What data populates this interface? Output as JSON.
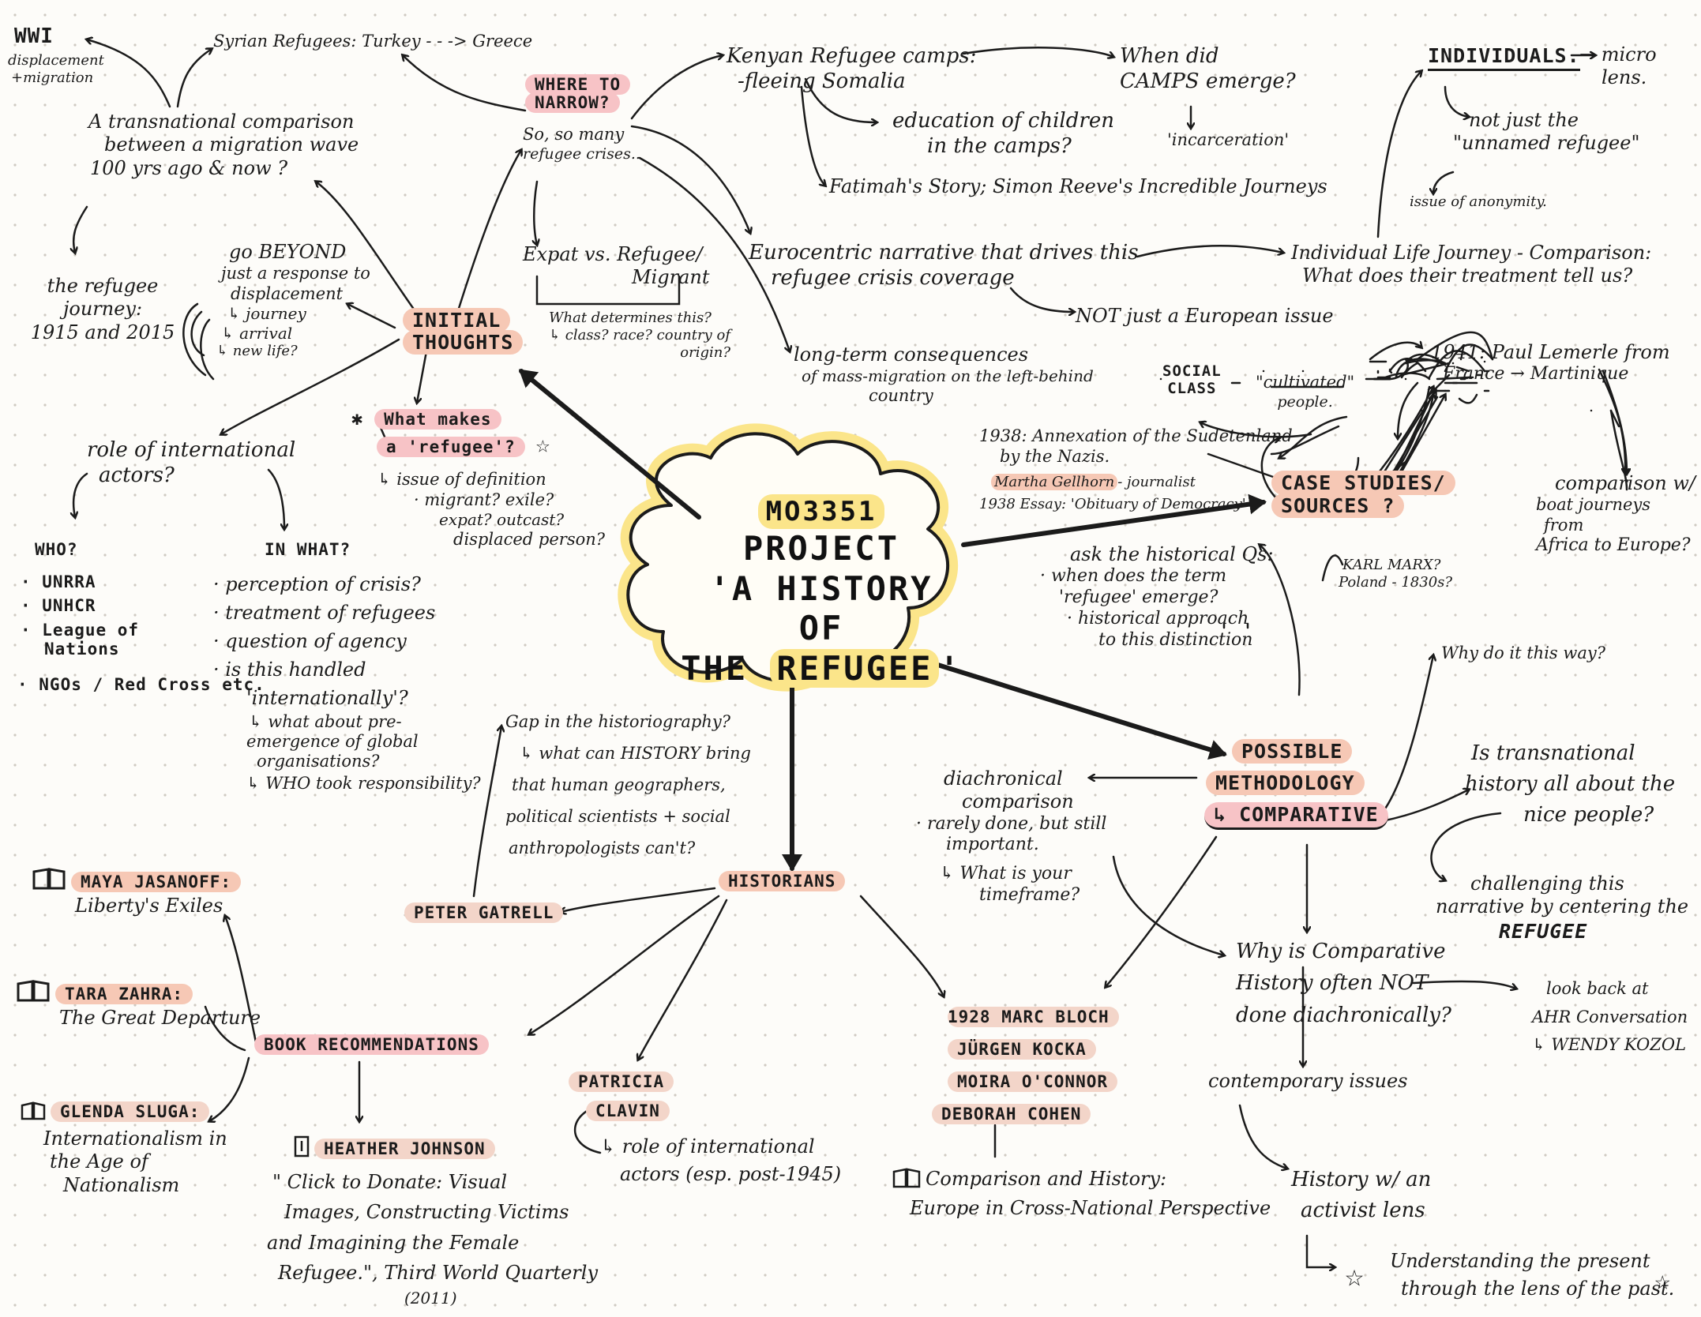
{
  "center": {
    "code": "MO3351",
    "line1": "PROJECT",
    "line2": "'A HISTORY OF",
    "line3_pre": "THE",
    "line3_ref": "REFUGEE",
    "line3_post": "'"
  },
  "wwi": {
    "title": "WWI",
    "sub": "displacement",
    "sub2": "+migration"
  },
  "syrian": "Syrian Refugees: Turkey - - -> Greece",
  "transnational": [
    "A transnational comparison",
    "between a migration wave",
    "100 yrs ago & now ?"
  ],
  "journey": [
    "the refugee",
    "journey:",
    "1915 and 2015"
  ],
  "beyond": [
    "go BEYOND",
    "just a response to",
    "displacement",
    "↳ journey",
    "↳ arrival",
    "↳ new life?"
  ],
  "initial_thoughts": [
    "INITIAL",
    "THOUGHTS"
  ],
  "where_to_narrow": [
    "WHERE TO",
    "NARROW?"
  ],
  "so_many": [
    "So, so many",
    "refugee crises.."
  ],
  "expat": [
    "Expat vs. Refugee/",
    "Migrant"
  ],
  "what_determines": [
    "What determines this?",
    "↳ class? race? country of",
    "origin?"
  ],
  "kenyan": [
    "Kenyan Refugee camps:",
    "-fleeing Somalia"
  ],
  "when_camps": [
    "When did",
    "CAMPS emerge?"
  ],
  "incarceration": "'incarceration'",
  "education": [
    "education of children",
    "in the camps?"
  ],
  "fatimah": "Fatimah's Story; Simon Reeve's Incredible Journeys",
  "eurocentric": [
    "Eurocentric narrative that drives this",
    "refugee crisis coverage"
  ],
  "not_european": "NOT just a European issue",
  "long_term": [
    "long-term consequences",
    "of mass-migration on the left-behind",
    "country"
  ],
  "individuals": {
    "title": "INDIVIDUALS.",
    "micro": "→ micro",
    "lens": "lens.",
    "not_just": "not just the",
    "unnamed": "\"unnamed refugee\"",
    "anonymity": "issue of anonymity."
  },
  "individual_life": [
    "Individual Life Journey - Comparison:",
    "What does their treatment tell us?"
  ],
  "paul": [
    "1941: Paul Lemerle from",
    "France → Martinique"
  ],
  "social_class": [
    "SOCIAL",
    "CLASS"
  ],
  "cultivated": [
    "\"cultivated\"",
    "people."
  ],
  "boat": [
    "comparison w/",
    "boat journeys",
    "from",
    "Africa to Europe?"
  ],
  "sudetenland": [
    "1938: Annexation of the Sudetenland",
    "by the Nazis."
  ],
  "gellhorn": {
    "name": "Martha Gellhorn",
    "rest": "- journalist"
  },
  "essay": "1938 Essay: 'Obituary of Democracy'",
  "case_studies": [
    "CASE STUDIES/",
    "SOURCES ?"
  ],
  "historical_qs": [
    "ask the historical Qs:",
    "· when does the term",
    "'refugee' emerge?",
    "· historical approach",
    "to this distinction"
  ],
  "marx": [
    "KARL MARX?",
    "Poland - 1830s?"
  ],
  "what_makes": [
    "What makes",
    "a 'refugee'?"
  ],
  "definition": [
    "↳ issue of definition",
    "· migrant? exile?",
    "expat? outcast?",
    "displaced person?"
  ],
  "role_intl": [
    "role of international",
    "actors?"
  ],
  "who": {
    "title": "WHO?",
    "items": [
      "· UNRRA",
      "· UNHCR",
      "· League of",
      "Nations",
      "· NGOs / Red Cross etc."
    ]
  },
  "in_what": {
    "title": "IN WHAT?",
    "items": [
      "· perception of crisis?",
      "· treatment of refugees",
      "· question of agency",
      "· is this handled",
      "'internationally'?",
      "↳ what about pre-",
      "emergence of global",
      "organisations?",
      "↳ WHO took responsibility?"
    ]
  },
  "gap": [
    "Gap in the historiography?",
    "↳ what can HISTORY bring",
    "that human geographers,",
    "political scientists + social",
    "anthropologists can't?"
  ],
  "historians": "HISTORIANS",
  "gatrell": "PETER GATRELL",
  "jasanoff": {
    "name": "MAYA JASANOFF:",
    "title": "Liberty's Exiles"
  },
  "zahra": {
    "name": "TARA ZAHRA:",
    "title": "The Great Departure"
  },
  "book_recs": "BOOK RECOMMENDATIONS",
  "sluga": {
    "name": "GLENDA SLUGA:",
    "title": [
      "Internationalism in",
      "the Age of",
      "Nationalism"
    ]
  },
  "johnson": {
    "name": "HEATHER JOHNSON",
    "title": [
      "\" Click to Donate: Visual",
      "Images, Constructing Victims",
      "and Imagining the Female",
      "Refugee.\", Third World Quarterly",
      "(2011)"
    ]
  },
  "clavin": {
    "name": [
      "PATRICIA",
      "CLAVIN"
    ],
    "note": [
      "↳ role of international",
      "actors (esp. post-1945)"
    ]
  },
  "comparatives": [
    "1928 MARC BLOCH",
    "JÜRGEN KOCKA",
    "MOIRA O'CONNOR",
    "DEBORAH COHEN"
  ],
  "comparison_book": [
    "Comparison and History:",
    "Europe in Cross-National Perspective"
  ],
  "methodology": [
    "POSSIBLE",
    "METHODOLOGY",
    "↳ COMPARATIVE"
  ],
  "diachronical": [
    "diachronical",
    "comparison",
    "· rarely done, but still",
    "important.",
    "↳ What is your",
    "timeframe?"
  ],
  "why_this_way": "Why do it this way?",
  "nice_people": [
    "Is transnational",
    "history all about the",
    "nice people?"
  ],
  "challenging": [
    "challenging this",
    "narrative by centering the",
    "REFUGEE"
  ],
  "why_comparative": [
    "Why is Comparative",
    "History often NOT",
    "done diachronically?"
  ],
  "ahr": [
    "look back at",
    "AHR Conversation",
    "↳ WENDY KOZOL"
  ],
  "contemporary": "contemporary issues",
  "activist": [
    "History w/ an",
    "activist lens"
  ],
  "understanding": [
    "Understanding the present",
    "through the lens of the past."
  ],
  "colors": {
    "highlight": "#f6c8b5",
    "pink": "#f7c3c6",
    "cloud": "#fbe58a",
    "ink": "#1b1b1b",
    "background": "#fdfcf9"
  }
}
